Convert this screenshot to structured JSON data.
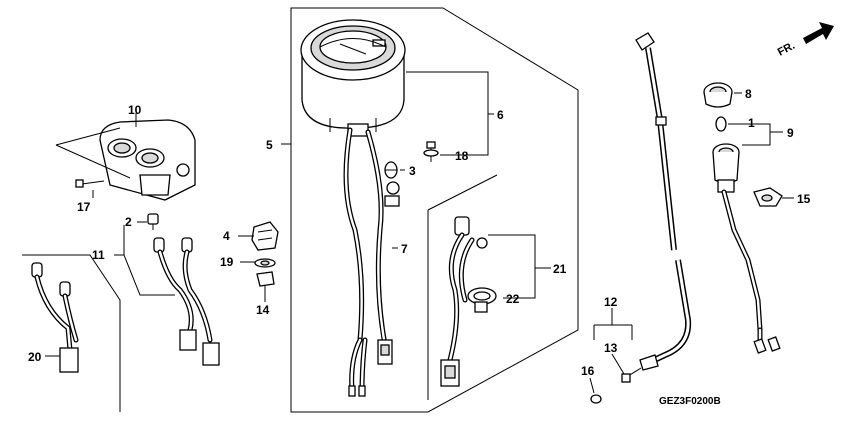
{
  "diagram": {
    "direction_label": "FR.",
    "drawing_code": "GEZ3F0200B",
    "callouts": [
      "1",
      "2",
      "3",
      "4",
      "5",
      "6",
      "7",
      "8",
      "9",
      "10",
      "11",
      "12",
      "13",
      "14",
      "15",
      "16",
      "17",
      "18",
      "19",
      "20",
      "21",
      "22"
    ]
  }
}
